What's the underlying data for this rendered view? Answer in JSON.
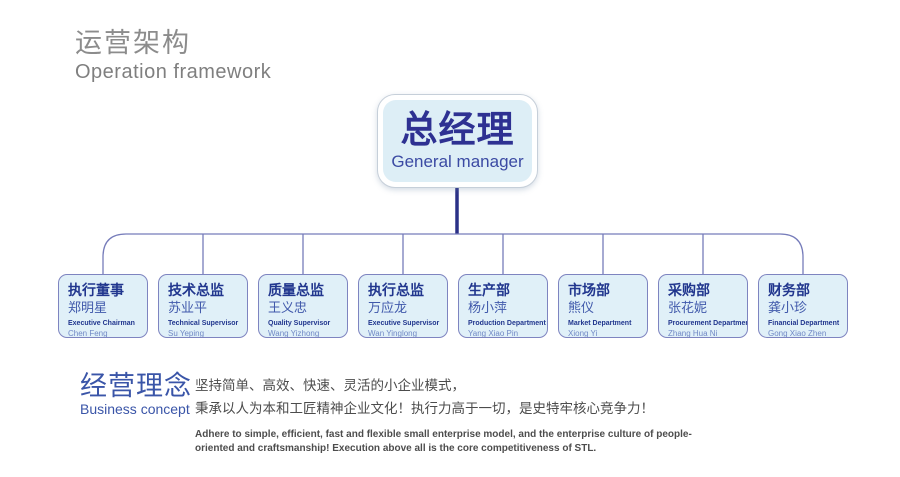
{
  "header": {
    "title_zh": "运营架构",
    "title_en": "Operation framework"
  },
  "org_chart": {
    "root": {
      "title_zh": "总经理",
      "subtitle_en": "General manager"
    },
    "nodes": [
      {
        "title_zh": "执行董事",
        "name_zh": "郑明星",
        "title_en": "Executive Chairman",
        "name_en": "Chen Feng"
      },
      {
        "title_zh": "技术总监",
        "name_zh": "苏业平",
        "title_en": "Technical Supervisor",
        "name_en": "Su Yeping"
      },
      {
        "title_zh": "质量总监",
        "name_zh": "王义忠",
        "title_en": "Quality Supervisor",
        "name_en": "Wang Yizhong"
      },
      {
        "title_zh": "执行总监",
        "name_zh": "万应龙",
        "title_en": "Executive Supervisor",
        "name_en": "Wan Yinglong"
      },
      {
        "title_zh": "生产部",
        "name_zh": "杨小萍",
        "title_en": "Production Department",
        "name_en": "Yang Xiao Pin"
      },
      {
        "title_zh": "市场部",
        "name_zh": "熊仪",
        "title_en": "Market Department",
        "name_en": "Xiong Yi"
      },
      {
        "title_zh": "采购部",
        "name_zh": "张花妮",
        "title_en": "Procurement Department",
        "name_en": "Zhang Hua Ni"
      },
      {
        "title_zh": "财务部",
        "name_zh": "龚小珍",
        "title_en": "Financial Department",
        "name_en": "Gong Xiao Zhen"
      }
    ]
  },
  "business_concept": {
    "title_zh": "经营理念",
    "title_en": "Business concept",
    "lines_zh": [
      "坚持简单、高效、快速、灵活的小企业模式，",
      "秉承以人为本和工匠精神企业文化！执行力高于一切，是史特牢核心竞争力！"
    ],
    "paragraph_en": "Adhere to simple, efficient, fast and flexible small enterprise model, and the enterprise culture of people-oriented and craftsmanship! Execution above all is the core competitiveness of STL."
  },
  "colors": {
    "root_text_navy": "#2e3192",
    "node_fill": "#e0f0f8",
    "node_border": "#7e84c0",
    "connector_line": "#767cba",
    "connector_stem": "#2b3187",
    "header_gray": "#8c8c8c",
    "concept_blue": "#3a55a8",
    "body_text_gray": "#4c4c4c"
  }
}
